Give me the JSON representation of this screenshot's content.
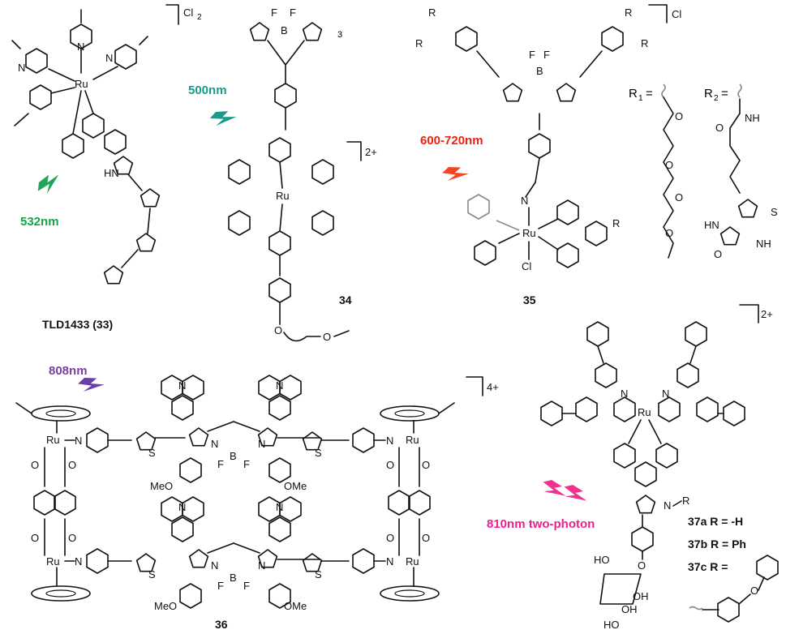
{
  "compounds": {
    "c33": {
      "label": "TLD1433 (33)",
      "wavelength": "532nm",
      "counterion": "Cl",
      "counterion_sub": "2"
    },
    "c34": {
      "label": "34",
      "wavelength": "500nm",
      "charge": "2+",
      "bodipy_count": "3"
    },
    "c35": {
      "label": "35",
      "wavelength": "600-720nm",
      "counterion": "Cl",
      "r1_def": "R",
      "r1_sub": "1",
      "r2_def": "R",
      "r2_sub": "2"
    },
    "c36": {
      "label": "36",
      "wavelength": "808nm",
      "charge": "4+"
    },
    "c37": {
      "wavelength": "810nm two-photon",
      "charge": "2+",
      "variant_a": "37a R = -H",
      "variant_b": "37b R = Ph",
      "variant_c": "37c R ="
    }
  },
  "atoms": {
    "ru": "Ru",
    "n": "N",
    "f": "F",
    "b": "B",
    "o": "O",
    "s": "S",
    "cl": "Cl",
    "hn": "HN",
    "nh": "NH",
    "ho": "HO",
    "oh": "OH",
    "meo": "MeO",
    "ome": "OMe",
    "r": "R"
  },
  "colors": {
    "green": "#16a34a",
    "teal": "#1a9a8a",
    "red": "#ee2211",
    "purple": "#7b3fa0",
    "magenta": "#ee1f8a",
    "lightning_green": "#21a35a",
    "lightning_red": "#f4451e",
    "lightning_purple": "#6b3fa8",
    "lightning_pink": "#f0318f"
  }
}
